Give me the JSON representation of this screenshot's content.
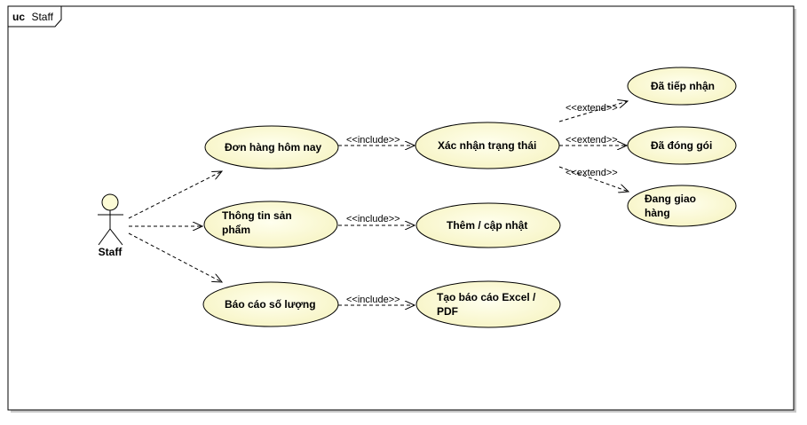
{
  "frame": {
    "kind": "uc",
    "name": "Staff"
  },
  "actor": {
    "name": "Staff"
  },
  "use_cases": {
    "don_hang": {
      "line1": "Đơn hàng hôm nay",
      "line2": ""
    },
    "thong_tin": {
      "line1": "Thông tin sản",
      "line2": "phẩm"
    },
    "bao_cao": {
      "line1": "Báo cáo số lượng",
      "line2": ""
    },
    "xac_nhan": {
      "line1": "Xác nhận trạng thái",
      "line2": ""
    },
    "them": {
      "line1": "Thêm / cập nhật",
      "line2": ""
    },
    "tao_bao_cao": {
      "line1": "Tạo báo cáo Excel /",
      "line2": "PDF"
    },
    "da_tiep_nhan": {
      "line1": "Đã tiếp nhận",
      "line2": ""
    },
    "da_dong_goi": {
      "line1": "Đã đóng gói",
      "line2": ""
    },
    "dang_giao": {
      "line1": "Đang giao",
      "line2": "hàng"
    }
  },
  "relations": {
    "include": "<<include>>",
    "extend": "<<extend>>"
  },
  "colors": {
    "usecase_fill": "#fcfbd6",
    "line": "#000000",
    "frame_border": "#000000"
  }
}
